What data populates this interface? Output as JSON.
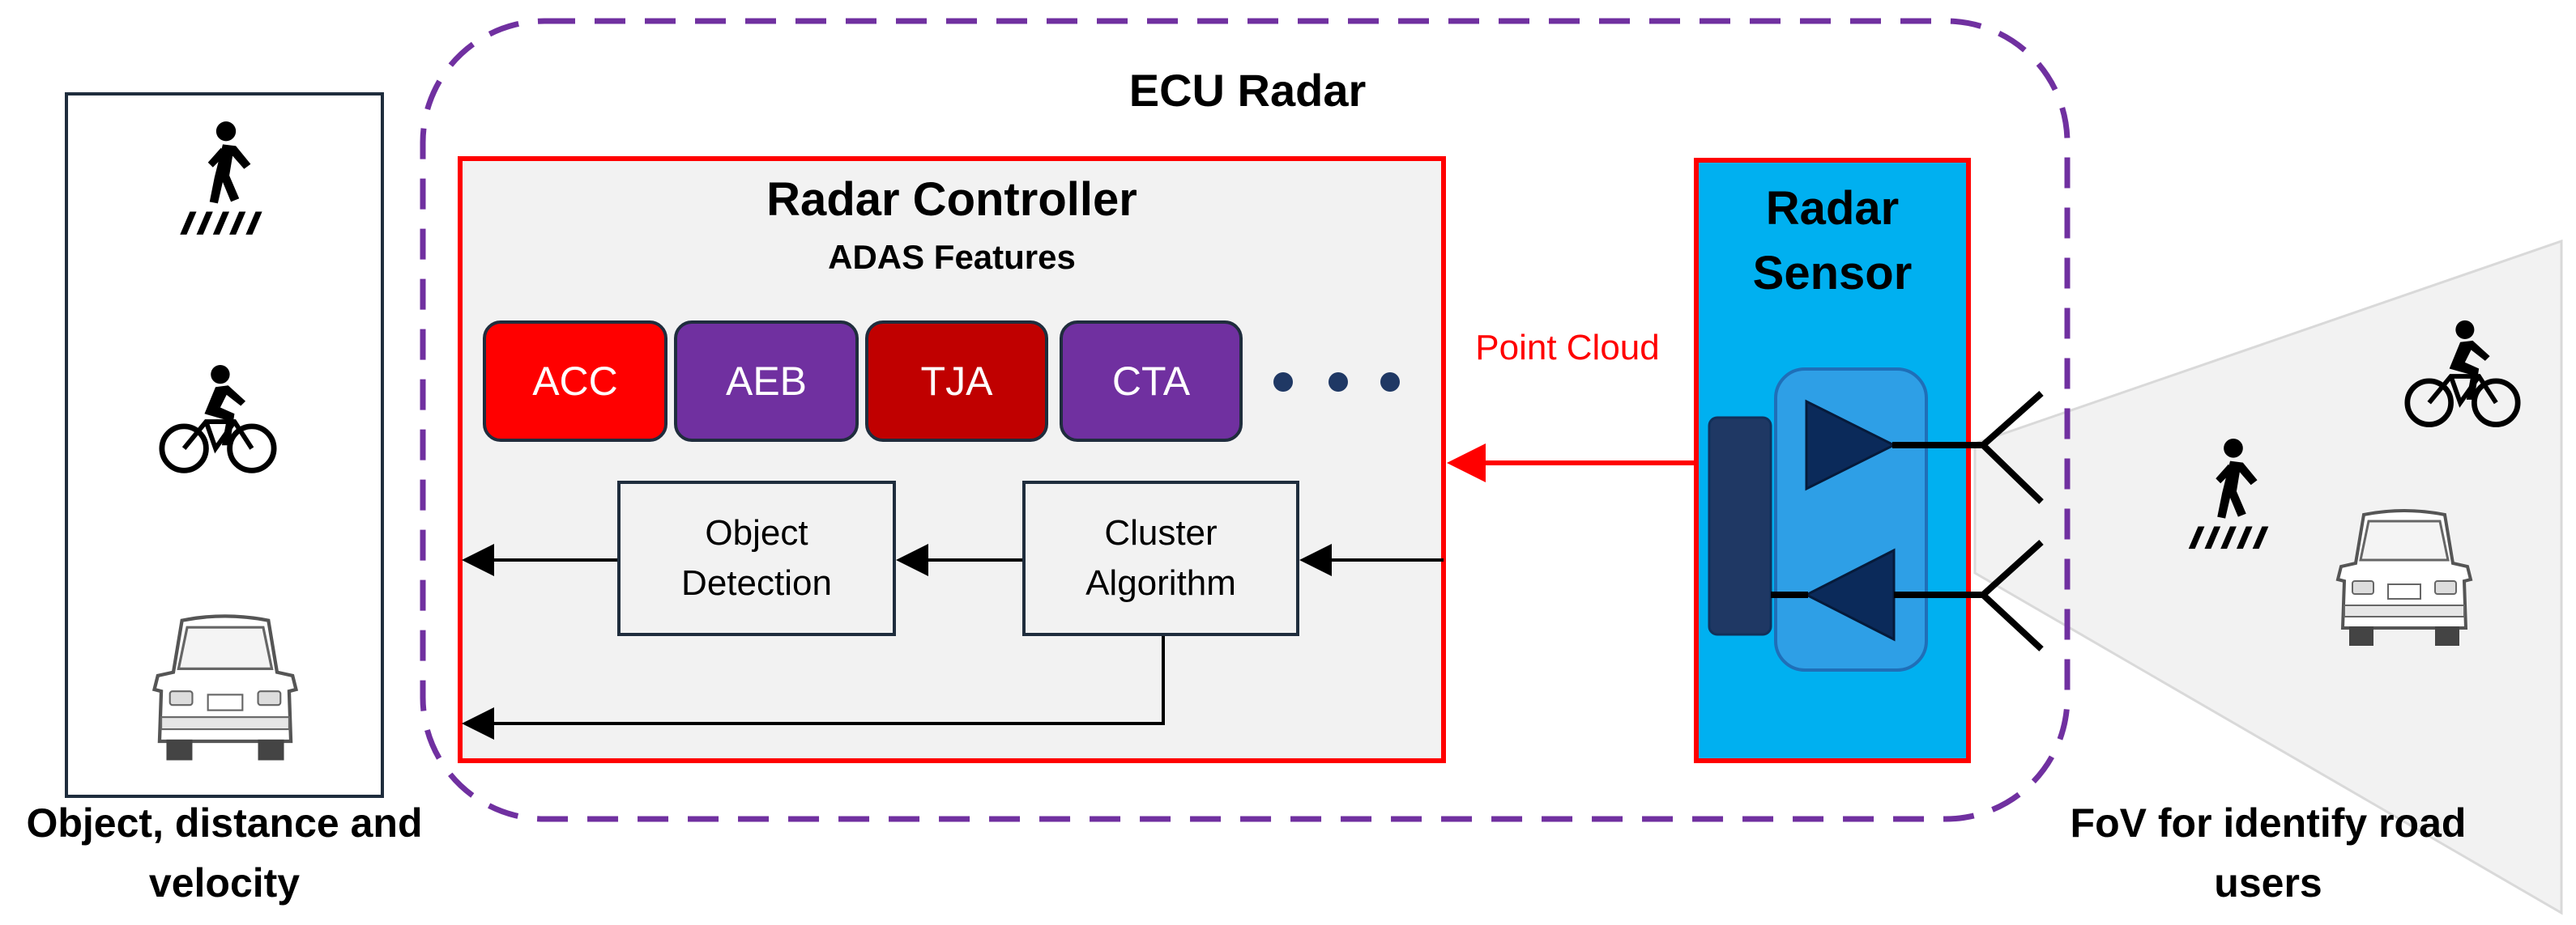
{
  "ecu": {
    "title": "ECU Radar"
  },
  "controller": {
    "title": "Radar Controller",
    "subtitle": "ADAS Features"
  },
  "features": [
    {
      "label": "ACC",
      "color": "#ff0000"
    },
    {
      "label": "AEB",
      "color": "#7030a0"
    },
    {
      "label": "TJA",
      "color": "#c00000"
    },
    {
      "label": "CTA",
      "color": "#7030a0"
    }
  ],
  "processing": {
    "object_detection": [
      "Object",
      "Detection"
    ],
    "cluster_algorithm": [
      "Cluster",
      "Algorithm"
    ]
  },
  "sensor": {
    "title_lines": [
      "Radar",
      "Sensor"
    ]
  },
  "signal": {
    "label": "Point Cloud"
  },
  "left_panel": {
    "caption_lines": [
      "Object, distance and",
      "velocity"
    ],
    "icons": [
      "pedestrian-crossing-icon",
      "cyclist-icon",
      "car-rear-icon"
    ]
  },
  "fov": {
    "caption_lines": [
      "FoV for identify road",
      "users"
    ],
    "icons": [
      "cyclist-icon",
      "pedestrian-crossing-icon",
      "car-rear-icon"
    ]
  },
  "colors": {
    "ecu_border": "#7030a0",
    "controller_border": "#ff0000",
    "controller_fill": "#f2f2f2",
    "sensor_fill": "#00b0f0",
    "sensor_border": "#ff0000",
    "point_cloud_text": "#ff0000",
    "dark_navy": "#1f3864",
    "antenna_inner": "#2e9fe6"
  }
}
